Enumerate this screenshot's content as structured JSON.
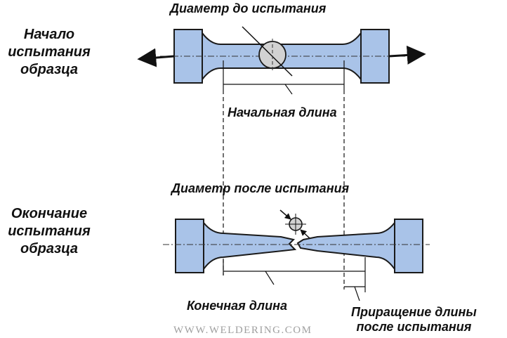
{
  "stage_start": {
    "label_lines": [
      "Начало",
      "испытания",
      "образца"
    ],
    "diameter_label": "Диаметр до испытания",
    "length_label": "Начальная длина"
  },
  "stage_end": {
    "label_lines": [
      "Окончание",
      "испытания",
      "образца"
    ],
    "diameter_label": "Диаметр после испытания",
    "length_label": "Конечная длина",
    "elongation_label_lines": [
      "Приращение длины",
      "после испытания"
    ]
  },
  "watermark": "WWW.WELDERING.COM",
  "colors": {
    "specimen_fill": "#a9c3e8",
    "outline": "#1a1a1a",
    "circle_fill": "#d2d2d2",
    "background": "#ffffff"
  }
}
